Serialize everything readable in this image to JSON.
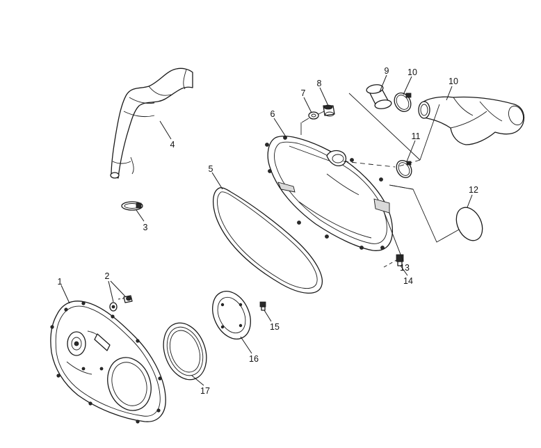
{
  "callouts": [
    {
      "id": "1",
      "text": "1"
    },
    {
      "id": "2",
      "text": "2"
    },
    {
      "id": "3",
      "text": "3"
    },
    {
      "id": "4",
      "text": "4"
    },
    {
      "id": "5",
      "text": "5"
    },
    {
      "id": "6",
      "text": "6"
    },
    {
      "id": "7",
      "text": "7"
    },
    {
      "id": "8",
      "text": "8"
    },
    {
      "id": "9",
      "text": "9"
    },
    {
      "id": "10a",
      "text": "10"
    },
    {
      "id": "10b",
      "text": "10"
    },
    {
      "id": "11",
      "text": "11"
    },
    {
      "id": "12",
      "text": "12"
    },
    {
      "id": "13",
      "text": "13"
    },
    {
      "id": "14",
      "text": "14"
    },
    {
      "id": "15",
      "text": "15"
    },
    {
      "id": "16",
      "text": "16"
    },
    {
      "id": "17",
      "text": "17"
    }
  ]
}
